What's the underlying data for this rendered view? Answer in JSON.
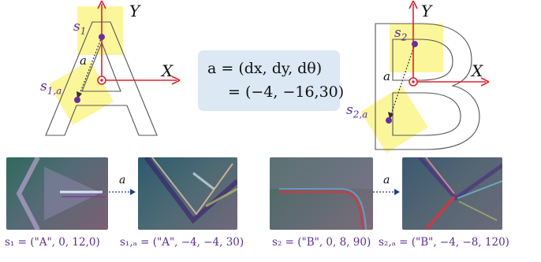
{
  "letter_a": {
    "glyph": "A",
    "axis_y_label": "Y",
    "axis_x_label": "X",
    "state_label_base": "s",
    "state_label_sub": "1",
    "action_state_label_base": "s",
    "action_state_label_sub": "1,a",
    "action_label": "a"
  },
  "letter_b": {
    "glyph": "B",
    "axis_y_label": "Y",
    "axis_x_label": "X",
    "state_label_base": "s",
    "state_label_sub": "2",
    "action_state_label_base": "s",
    "action_state_label_sub": "2,a",
    "action_label": "a"
  },
  "equation": {
    "line1": "a = (dx, dy, dθ)",
    "line2": "= (−4, −16,30)"
  },
  "patches": [
    {
      "caption": "s₁ = (\"A\", 0, 12,0)",
      "arrow_label": "a"
    },
    {
      "caption": "s₁,ₐ = (\"A\", −4, −4, 30)"
    },
    {
      "caption": "s₂ = (\"B\", 0, 8, 90)",
      "arrow_label": "a"
    },
    {
      "caption": "s₂,ₐ = (\"B\", −4, −8, 120)"
    }
  ],
  "colors": {
    "axis": "#e0202a",
    "highlight": "#fbf48a",
    "state_point": "#6b2fa0",
    "label": "#5b2d91",
    "equation_bg": "#dce8f4",
    "outline": "#555555"
  }
}
